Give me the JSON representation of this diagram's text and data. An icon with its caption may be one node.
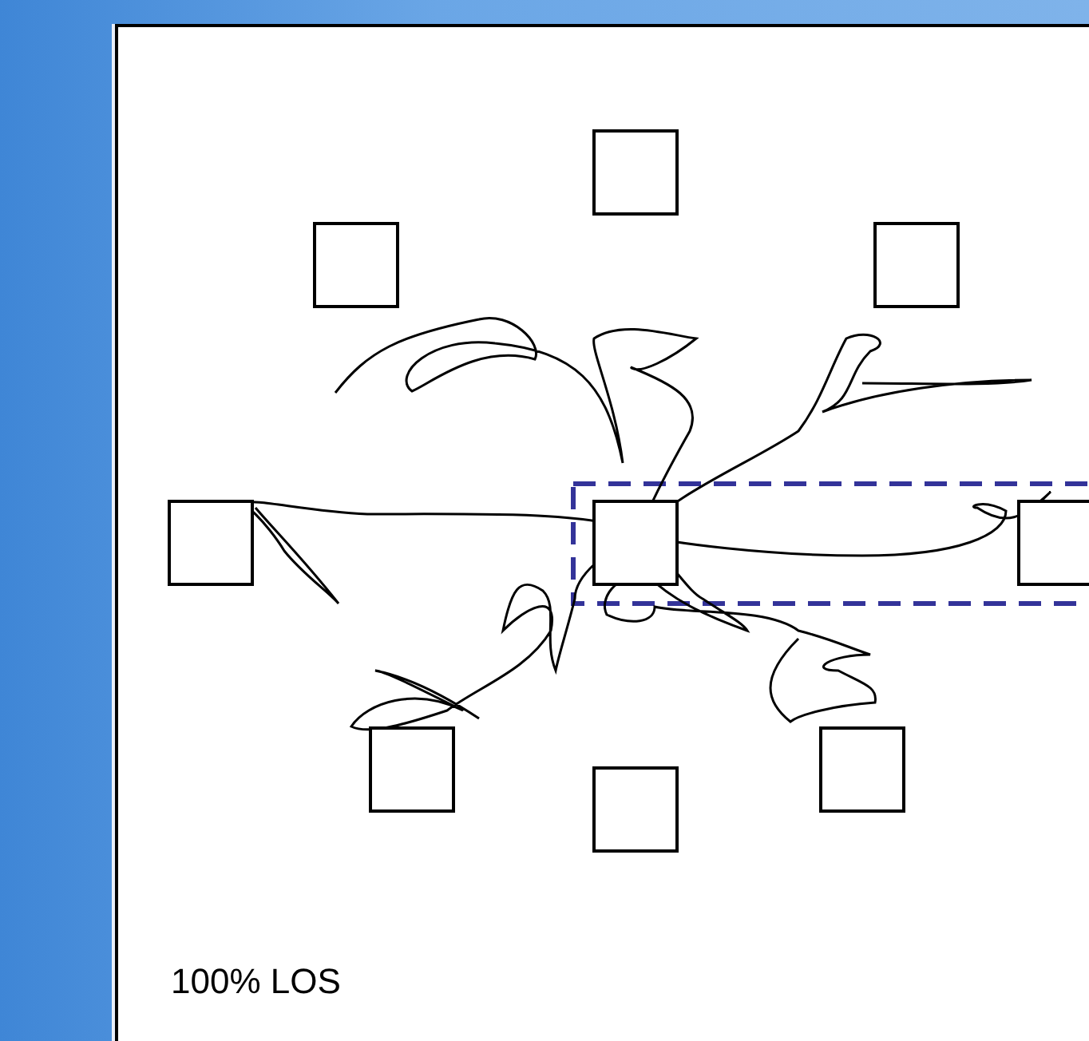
{
  "diagram": {
    "nodes": [
      {
        "text": [],
        "shape": "box"
      },
      {
        "text": [],
        "shape": "box"
      },
      {
        "text": [],
        "shape": "box"
      },
      {
        "text": [],
        "shape": "box"
      },
      {
        "text": [],
        "shape": "box"
      },
      {
        "text": [],
        "shape": "box"
      },
      {
        "text": [],
        "shape": "box"
      },
      {
        "text": [],
        "shape": "box"
      },
      {
        "text": [],
        "shape": "box"
      }
    ],
    "labels": [
      "100% LOS"
    ]
  }
}
